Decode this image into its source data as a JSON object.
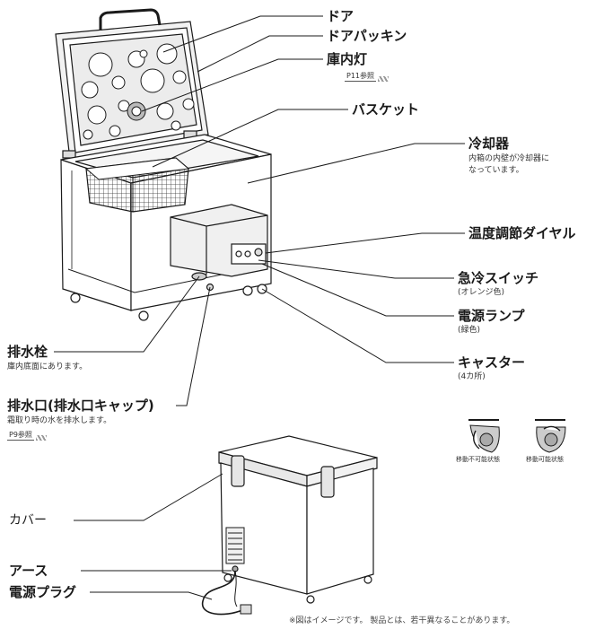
{
  "labels": {
    "door": "ドア",
    "door_packing": "ドアパッキン",
    "interior_light": "庫内灯",
    "interior_light_ref": "P11参照",
    "basket": "バスケット",
    "cooler": "冷却器",
    "cooler_sub_1": "内箱の内壁が冷却器に",
    "cooler_sub_2": "なっています。",
    "temp_dial": "温度調節ダイヤル",
    "quick_freeze": "急冷スイッチ",
    "quick_freeze_sub": "(オレンジ色)",
    "power_lamp": "電源ランプ",
    "power_lamp_sub": "(緑色)",
    "caster": "キャスター",
    "caster_sub": "(4カ所)",
    "caster_locked": "移動不可能状態",
    "caster_movable": "移動可能状態",
    "drain_plug": "排水栓",
    "drain_plug_sub": "庫内底面にあります。",
    "drain_port": "排水口(排水口キャップ)",
    "drain_port_sub": "霜取り時の水を排水します。",
    "drain_port_ref": "P9参照",
    "cover": "カバー",
    "earth": "アース",
    "power_plug": "電源プラグ"
  },
  "footnote": "※図はイメージです。  製品とは、若干異なることがあります。",
  "colors": {
    "line": "#1a1a1a",
    "body": "#ffffff",
    "shade": "#d9d9d9",
    "dark": "#555555"
  }
}
